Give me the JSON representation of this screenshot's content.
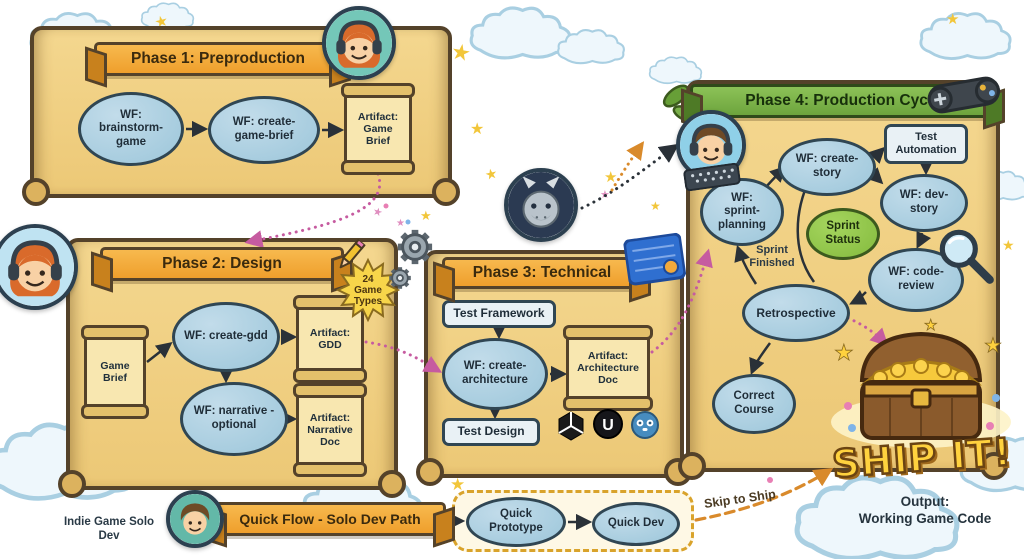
{
  "icons": {
    "star": "★",
    "sparkle": "★",
    "unreal_letter": "U"
  },
  "colors": {
    "parchment": "#f0cf85",
    "banner_orange": "#f2a93b",
    "banner_green": "#76ab45",
    "node_blue": "#a9cede",
    "status_green": "#8fc641",
    "gold": "#ffd23e"
  },
  "phase1": {
    "title": "Phase 1: Preproduction",
    "brainstorm": "WF: brainstorm-game",
    "create_brief": "WF: create-game-brief",
    "artifact_brief": "Artifact: Game Brief"
  },
  "phase2": {
    "title": "Phase 2: Design",
    "badge": [
      "24",
      "Game",
      "Types"
    ],
    "game_brief": "Game Brief",
    "create_gdd": "WF: create-gdd",
    "artifact_gdd": "Artifact: GDD",
    "narrative": "WF: narrative - optional",
    "artifact_narrative": "Artifact: Narrative Doc"
  },
  "phase3": {
    "title": "Phase 3: Technical",
    "test_framework": "Test Framework",
    "create_architecture": "WF: create-architecture",
    "artifact_architecture": "Artifact: Architecture Doc",
    "test_design": "Test Design"
  },
  "phase4": {
    "title": "Phase 4: Production Cycle",
    "sprint_planning": "WF: sprint-planning",
    "create_story": "WF: create-story",
    "test_automation": "Test Automation",
    "dev_story": "WF: dev-story",
    "sprint_status": "Sprint Status",
    "code_review": "WF: code-review",
    "sprint_finished": "Sprint Finished",
    "retrospective": "Retrospective",
    "correct_course": "Correct Course"
  },
  "ship": {
    "title": "SHIP IT!",
    "output_line1": "Output:",
    "output_line2": "Working Game Code"
  },
  "quickflow": {
    "banner": "Quick Flow - Solo Dev Path",
    "solo_label": "Indie Game Solo Dev",
    "quick_prototype": "Quick Prototype",
    "quick_dev": "Quick Dev",
    "skip": "Skip to Ship"
  }
}
